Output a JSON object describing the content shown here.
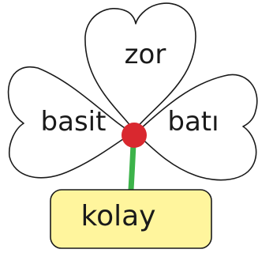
{
  "petals": {
    "top": "zor",
    "left": "basit",
    "right": "batı"
  },
  "pot_label": "kolay",
  "colors": {
    "stem": "#3cb34a",
    "center": "#d9282f",
    "pot_fill": "#fff59d",
    "pot_stroke": "#1a1a1a",
    "outline": "#1a1a1a"
  }
}
